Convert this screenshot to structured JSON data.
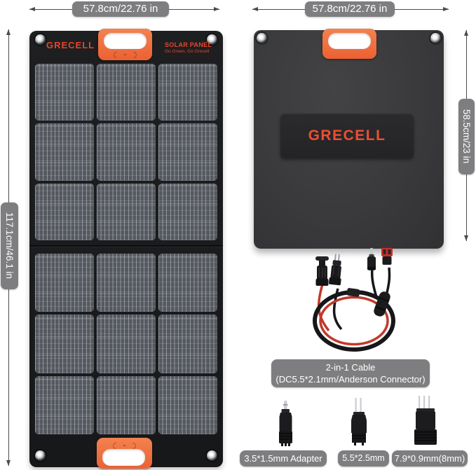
{
  "dimensions": {
    "front_width": "57.8cm/22.76 in",
    "front_height": "117.1cm/46.1 in",
    "back_width": "57.8cm/22.76 in",
    "back_height": "58.5cm/23 in"
  },
  "front_panel": {
    "brand": "GRECELL",
    "title": "SOLAR PANEL",
    "tagline": "Go Green, Go Grecell"
  },
  "back_panel": {
    "brand": "GRECELL"
  },
  "cable": {
    "name": "2-in-1 Cable",
    "spec": "(DC5.5*2.1mm/Anderson Connector)"
  },
  "adapters": [
    {
      "label": "3.5*1.5mm Adapter"
    },
    {
      "label": "5.5*2.5mm"
    },
    {
      "label": "7.9*0.9mm(8mm)"
    }
  ],
  "colors": {
    "accent_orange": "#EE6F3F",
    "brand_red": "#E8452B",
    "back_logo_red": "#F04E30",
    "label_pill_gray": "#7E7E81",
    "panel_black": "#191A1C",
    "back_panel_gray": "#3B3B3D",
    "cell_gray": "#3A3D42",
    "dimension_line": "#4B4B4B"
  }
}
